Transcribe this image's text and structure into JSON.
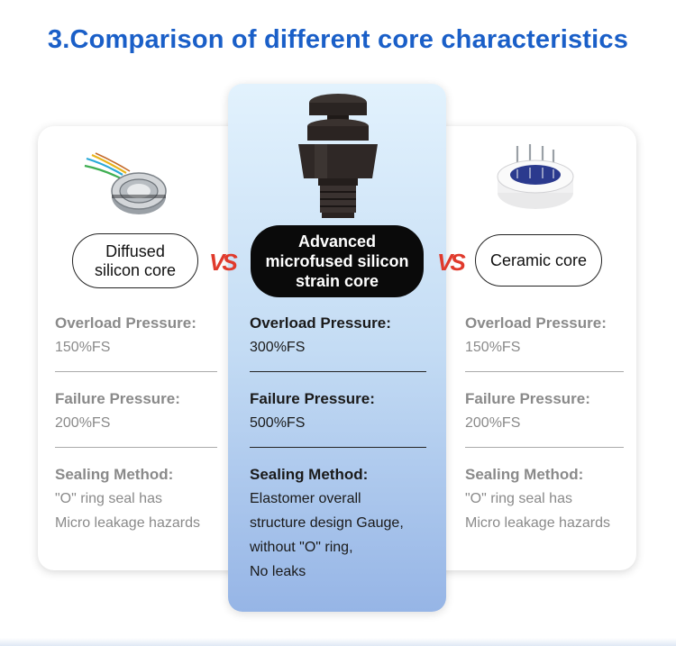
{
  "title": "3.Comparison of different core characteristics",
  "vs": "VS",
  "columns": [
    {
      "name": "Diffused silicon core",
      "name_lines": [
        "Diffused",
        "silicon core"
      ],
      "overload_label": "Overload Pressure:",
      "overload_value": "150%FS",
      "failure_label": "Failure Pressure:",
      "failure_value": "200%FS",
      "sealing_label": "Sealing Method:",
      "sealing_lines": [
        "\"O\" ring seal has",
        "Micro leakage hazards"
      ]
    },
    {
      "name": "Advanced microfused silicon strain core",
      "name_lines": [
        "Advanced",
        "microfused silicon",
        "strain core"
      ],
      "overload_label": "Overload Pressure:",
      "overload_value": "300%FS",
      "failure_label": "Failure Pressure:",
      "failure_value": "500%FS",
      "sealing_label": "Sealing Method:",
      "sealing_lines": [
        "Elastomer overall",
        "structure design Gauge,",
        "without \"O\" ring,",
        "No leaks"
      ]
    },
    {
      "name": "Ceramic core",
      "name_lines": [
        "Ceramic core"
      ],
      "overload_label": "Overload Pressure:",
      "overload_value": "150%FS",
      "failure_label": "Failure Pressure:",
      "failure_value": "200%FS",
      "sealing_label": "Sealing Method:",
      "sealing_lines": [
        "\"O\" ring seal has",
        "Micro leakage hazards"
      ]
    }
  ],
  "colors": {
    "title": "#1a5fc8",
    "vs": "#e03a2c",
    "muted_text": "#8a8a8a",
    "dark_text": "#1a1a1a"
  },
  "icons": [
    "diffused-silicon-sensor-icon",
    "microfused-strain-sensor-icon",
    "ceramic-sensor-icon"
  ]
}
